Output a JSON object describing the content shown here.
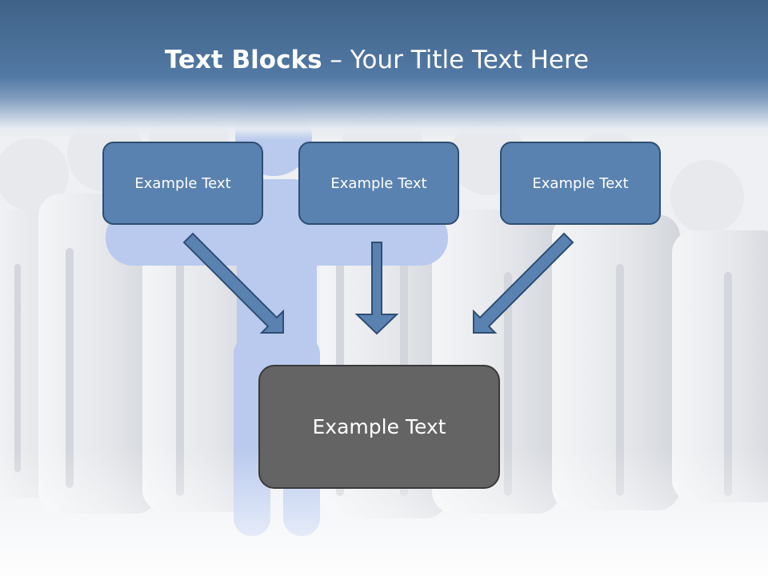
{
  "slide": {
    "title_bold": "Text Blocks",
    "title_rest": " – Your Title Text Here",
    "boxes": {
      "top_left": "Example Text",
      "top_middle": "Example Text",
      "top_right": "Example Text",
      "bottom": "Example Text"
    }
  },
  "colors": {
    "header": "#5279a4",
    "box_fill": "#5a82b0",
    "box_border": "#2f4e72",
    "bottom_box_fill": "#646464",
    "arrow_fill": "#5a82b0",
    "figure_blue": "#b8c9ee",
    "figure_white": "#e8e9ec"
  }
}
